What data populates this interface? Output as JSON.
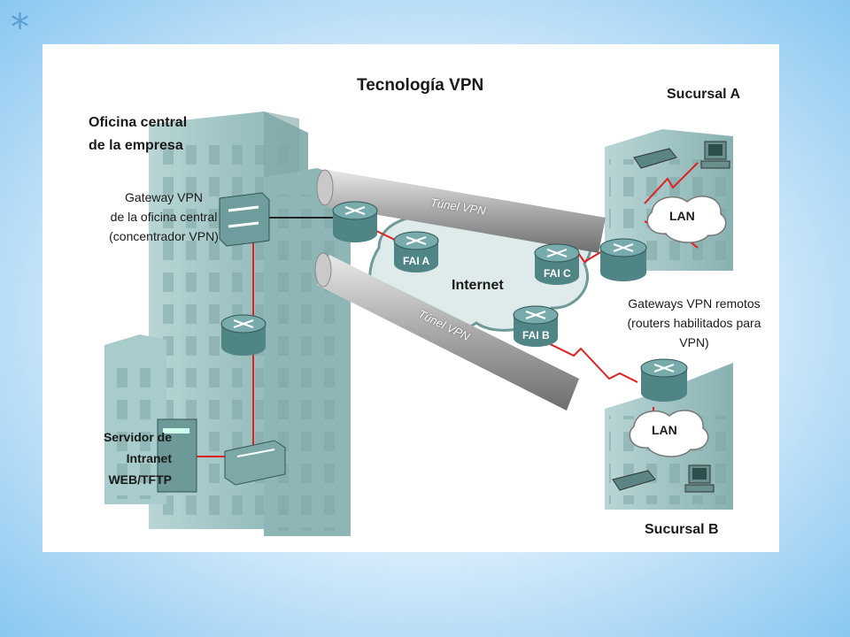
{
  "decoration": {
    "bullet": "*"
  },
  "diagram": {
    "title": "Tecnología VPN",
    "hq_label_line1": "Oficina central",
    "hq_label_line2": "de la empresa",
    "hq_gateway_line1": "Gateway VPN",
    "hq_gateway_line2": "de la oficina central",
    "hq_gateway_line3": "(concentrador VPN)",
    "server_line1": "Servidor de",
    "server_line2": "Intranet",
    "server_line3": "WEB/TFTP",
    "branch_a": "Sucursal A",
    "branch_b": "Sucursal B",
    "remote_line1": "Gateways VPN remotos",
    "remote_line2": "(routers habilitados para",
    "remote_line3": "VPN)",
    "internet": "Internet",
    "tunnel_top": "Túnel VPN",
    "tunnel_bottom": "Túnel VPN",
    "isp_a": "FAI A",
    "isp_b": "FAI B",
    "isp_c": "FAI C",
    "lan_a": "LAN",
    "lan_b": "LAN"
  },
  "colors": {
    "building": "#9fc3c3",
    "router": "#5e9393",
    "link_red": "#e02020",
    "tunnel": "#b5b5b5"
  }
}
